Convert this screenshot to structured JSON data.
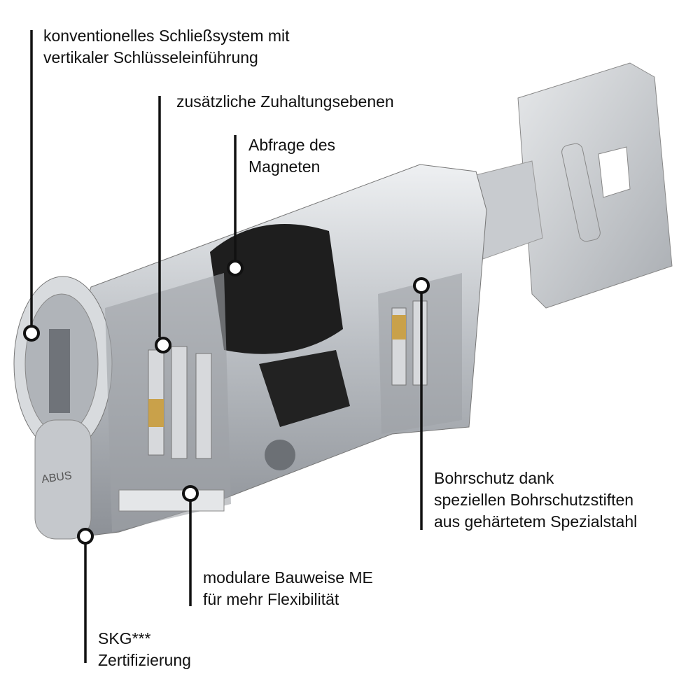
{
  "labels": {
    "conventional": {
      "line1": "konventionelles Schließsystem mit",
      "line2": "vertikaler Schlüsseleinführung"
    },
    "tumbler_levels": {
      "line1": "zusätzliche Zuhaltungsebenen"
    },
    "magnet": {
      "line1": "Abfrage des",
      "line2": "Magneten"
    },
    "drill_protection": {
      "line1": "Bohrschutz dank",
      "line2": "speziellen Bohrschutzstiften",
      "line3": "aus gehärtetem Spezialstahl"
    },
    "modular": {
      "line1": "modulare Bauweise ME",
      "line2": "für mehr Flexibilität"
    },
    "skg": {
      "line1": "SKG***",
      "line2": "Zertifizierung"
    }
  },
  "colors": {
    "line": "#111111",
    "metal": "#c9ccd0",
    "brass": "#c9a14a",
    "dark": "#1a1a1a"
  }
}
